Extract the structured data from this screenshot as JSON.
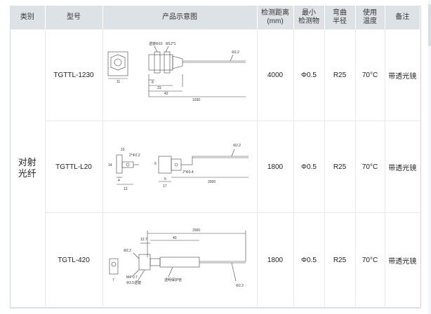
{
  "headers": {
    "category": "类别",
    "model": "型号",
    "diagram": "产品示意图",
    "distance_l1": "检测距离",
    "distance_l2": "(mm)",
    "min_obj_l1": "最小",
    "min_obj_l2": "检测物",
    "bend_l1": "弯曲",
    "bend_l2": "半径",
    "temp_l1": "使用",
    "temp_l2": "温度",
    "remark": "备注"
  },
  "category_l1": "对射",
  "category_l2": "光纤",
  "rows": [
    {
      "model": "TGTTL-1230",
      "distance": "4000",
      "min_object": "Φ0.5",
      "bend_radius": "R25",
      "temperature": "70°C",
      "remark": "带透光镜",
      "dims": {
        "hex": "11",
        "thread": "M12*1",
        "lens": "透镜Φ10",
        "cable": "Φ2.2",
        "d1": "8",
        "d2": "23",
        "d3": "42",
        "d4": "1030"
      }
    },
    {
      "model": "TGTTL-L20",
      "distance": "1800",
      "min_object": "Φ0.5",
      "bend_radius": "R25",
      "temperature": "70°C",
      "remark": "带透光镜",
      "dims": {
        "d1": "10",
        "hole": "2*Φ2.2",
        "d2": "14",
        "d3": "4",
        "d4": "13",
        "d5": "6",
        "d6": "5",
        "d7": "17",
        "cable": "Φ2.2",
        "len": "2000",
        "hole2": "2*Φ3.4"
      }
    },
    {
      "model": "TGTL-420",
      "distance": "1800",
      "min_object": "Φ0.5",
      "bend_radius": "R25",
      "temperature": "70°C",
      "remark": "带透光镜",
      "dims": {
        "len": "2000",
        "d1": "12.7",
        "d2": "40",
        "hole": "Φ2.2",
        "thread": "M4*0.7",
        "lens": "Φ3.5透镜",
        "sleeve": "透明保护管",
        "d3": "7",
        "cable": "Φ2.2"
      }
    }
  ]
}
